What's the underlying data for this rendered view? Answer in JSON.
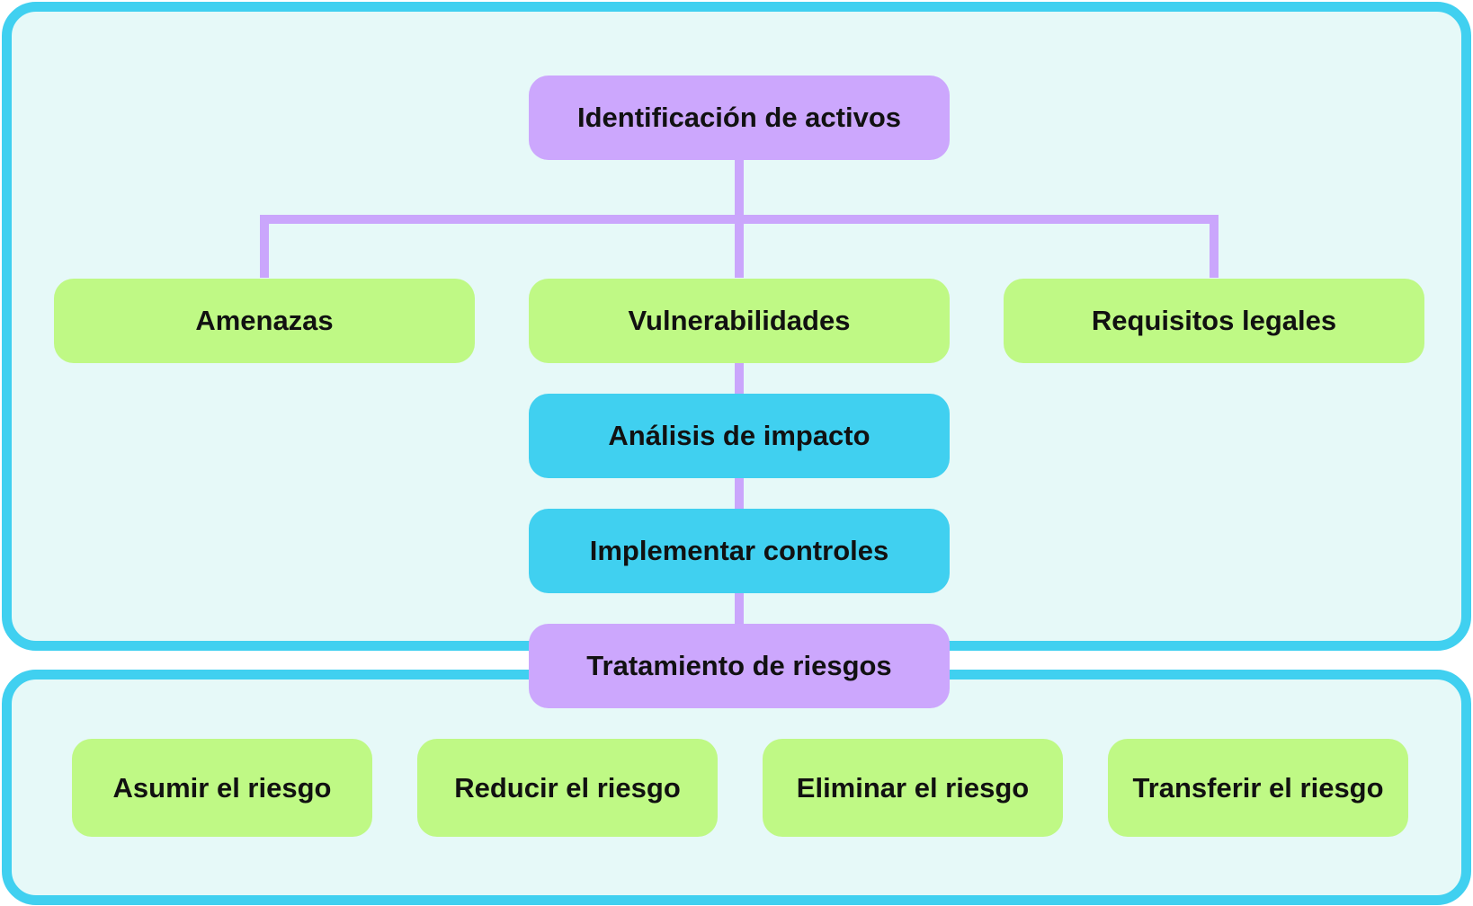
{
  "diagram": {
    "root": {
      "label": "Identificación de activos"
    },
    "factors": [
      {
        "label": "Amenazas"
      },
      {
        "label": "Vulnerabilidades"
      },
      {
        "label": "Requisitos legales"
      }
    ],
    "analysis": {
      "label": "Análisis de impacto"
    },
    "controls": {
      "label": "Implementar controles"
    },
    "treatment": {
      "label": "Tratamiento de riesgos"
    },
    "options": [
      {
        "label": "Asumir el riesgo"
      },
      {
        "label": "Reducir el riesgo"
      },
      {
        "label": "Eliminar el riesgo"
      },
      {
        "label": "Transferir el riesgo"
      }
    ]
  },
  "colors": {
    "panel_border": "#40d0f0",
    "panel_fill": "#e6f9f8",
    "purple_node": "#cca7fd",
    "green_node": "#bff985",
    "cyan_node": "#40d0f0",
    "connector": "#caa6fc"
  }
}
